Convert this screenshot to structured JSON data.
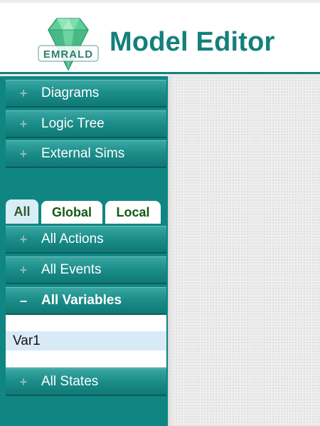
{
  "header": {
    "logo_text": "EMRALD",
    "title": "Model Editor"
  },
  "sidebar": {
    "sections": [
      {
        "label": "Diagrams",
        "sign": "+"
      },
      {
        "label": "Logic Tree",
        "sign": "+"
      },
      {
        "label": "External Sims",
        "sign": "+"
      }
    ],
    "tabs": [
      {
        "label": "All",
        "active": true
      },
      {
        "label": "Global",
        "active": false
      },
      {
        "label": "Local",
        "active": false
      }
    ],
    "lists": [
      {
        "label": "All Actions",
        "sign": "+"
      },
      {
        "label": "All Events",
        "sign": "+"
      },
      {
        "label": "All Variables",
        "sign": "–",
        "expanded": true
      },
      {
        "label": "All States",
        "sign": "+"
      }
    ],
    "variables": [
      {
        "name": "Var1"
      }
    ]
  },
  "colors": {
    "brand_teal": "#13807c",
    "panel_teal": "#108683",
    "tab_text": "#115a12",
    "selected_row": "#d9eaf7"
  }
}
